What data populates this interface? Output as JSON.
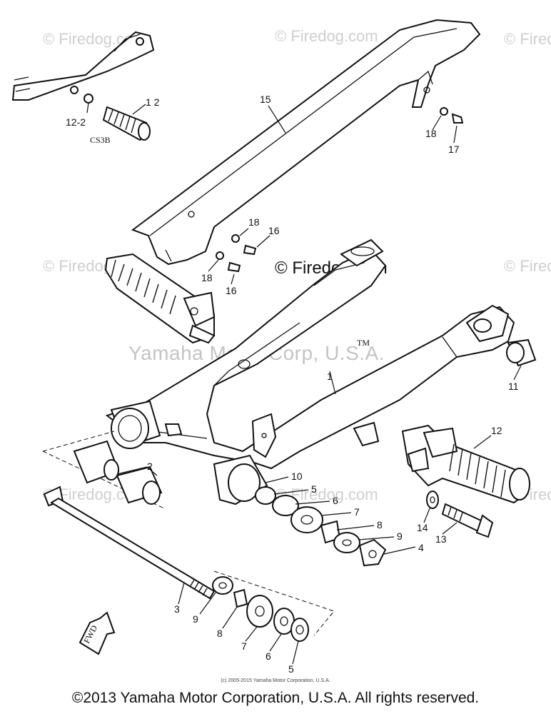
{
  "watermarks": {
    "tile_text": "© Firedog.com",
    "center_text": "Yamaha Motor Corp, U.S.A.",
    "center_tm": "TM",
    "mid_logo": "© Firedog.com"
  },
  "inset_label": "CS3B",
  "callouts": {
    "c1": "1",
    "c2": "2",
    "c3": "3",
    "c4": "4",
    "c5a": "5",
    "c5b": "5",
    "c6a": "6",
    "c6b": "6",
    "c7a": "7",
    "c7b": "7",
    "c8a": "8",
    "c8b": "8",
    "c9a": "9",
    "c9b": "9",
    "c10": "10",
    "c11": "11",
    "c12": "12",
    "c12i": "1 2",
    "c12_2": "12-2",
    "c13": "13",
    "c14": "14",
    "c15": "15",
    "c16a": "16",
    "c16b": "16",
    "c17": "17",
    "c18a": "18",
    "c18b": "18",
    "c18c": "18"
  },
  "fwd_label": "FWD",
  "small_copyright": "(c) 2005-2015 Yamaha Motor Corporation, U.S.A.",
  "footer": "©2013 Yamaha Motor Corporation, U.S.A. All rights reserved."
}
